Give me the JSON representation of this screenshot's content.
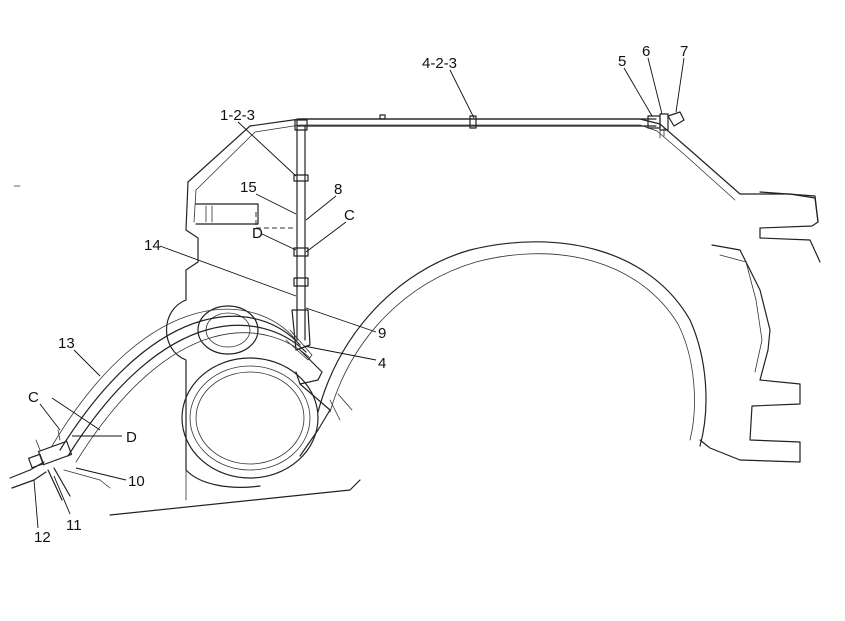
{
  "labels": {
    "l_423": "4-2-3",
    "l_5": "5",
    "l_6": "6",
    "l_7": "7",
    "l_123": "1-2-3",
    "l_15": "15",
    "l_8": "8",
    "l_c_top": "C",
    "l_d_top": "D",
    "l_14": "14",
    "l_9": "9",
    "l_4": "4",
    "l_13": "13",
    "l_c_bottom": "C",
    "l_d_bottom": "D",
    "l_10": "10",
    "l_11": "11",
    "l_12": "12"
  }
}
